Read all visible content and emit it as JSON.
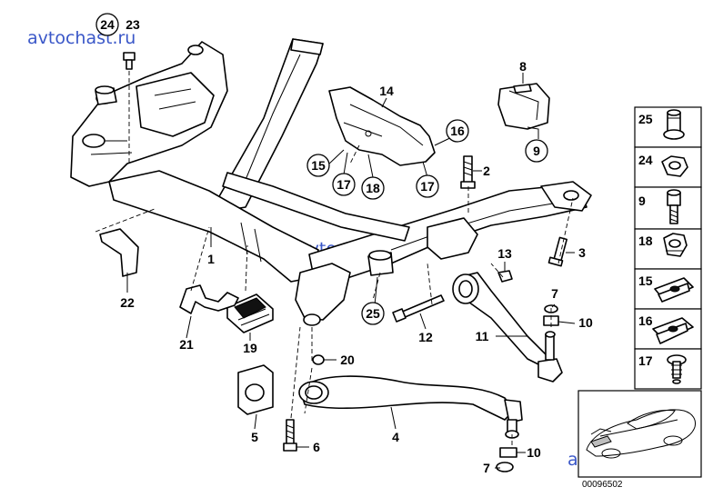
{
  "watermark": "avtochast.ru",
  "image_ref": "00096502",
  "callouts": {
    "c1": "1",
    "c2": "2",
    "c3": "3",
    "c4": "4",
    "c5": "5",
    "c6": "6",
    "c7a": "7",
    "c7b": "7",
    "c8": "8",
    "c9": "9",
    "c10a": "10",
    "c10b": "10",
    "c11": "11",
    "c12": "12",
    "c13": "13",
    "c14": "14",
    "c15": "15",
    "c16": "16",
    "c17a": "17",
    "c17b": "17",
    "c18": "18",
    "c19": "19",
    "c20": "20",
    "c21": "21",
    "c22": "22",
    "c23": "23",
    "c24": "24",
    "c25": "25"
  },
  "legend": [
    {
      "num": "25",
      "icon": "flange-nut-icon"
    },
    {
      "num": "24",
      "icon": "hex-nut-icon"
    },
    {
      "num": "9",
      "icon": "socket-bolt-icon"
    },
    {
      "num": "18",
      "icon": "collar-nut-icon"
    },
    {
      "num": "15",
      "icon": "clip-nut-icon"
    },
    {
      "num": "16",
      "icon": "spring-clip-icon"
    },
    {
      "num": "17",
      "icon": "expanding-rivet-icon"
    }
  ]
}
